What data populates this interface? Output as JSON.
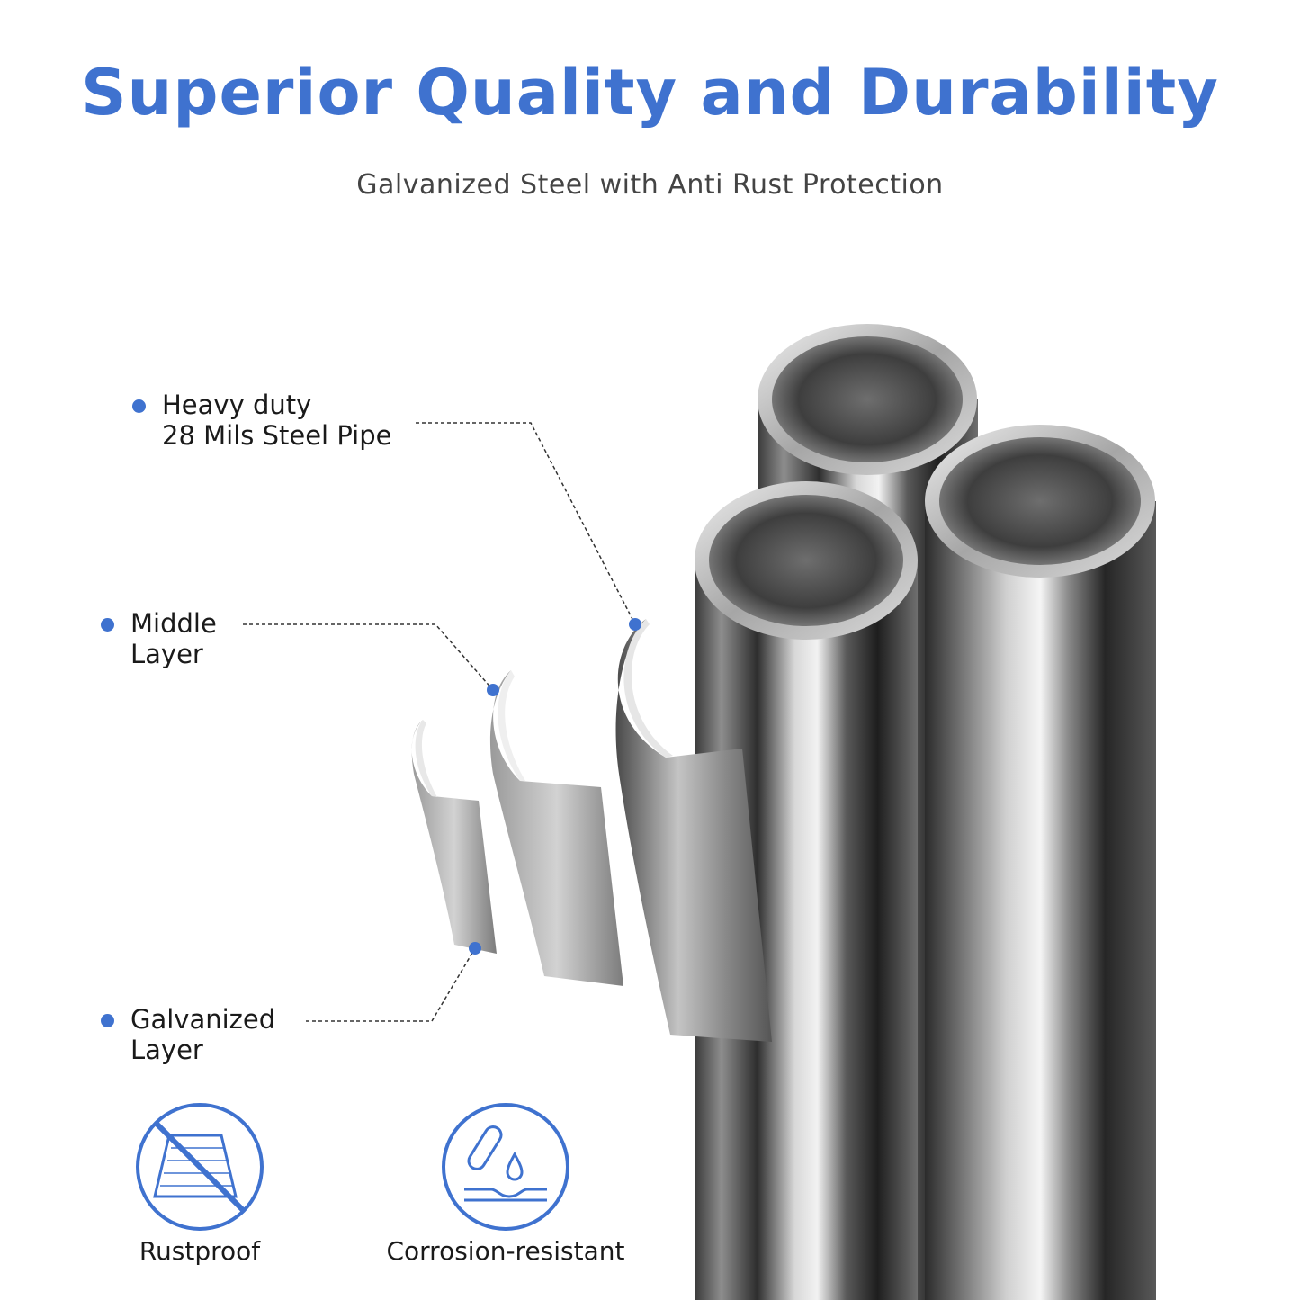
{
  "header": {
    "title": "Superior Quality and Durability",
    "subtitle": "Galvanized Steel with Anti Rust Protection"
  },
  "colors": {
    "accent": "#3f72cf",
    "text": "#1a1a1a",
    "subtitle": "#444444",
    "background": "#ffffff"
  },
  "layers": [
    {
      "line1": "Heavy duty",
      "line2": "28 Mils Steel Pipe"
    },
    {
      "line1": "Middle",
      "line2": "Layer"
    },
    {
      "line1": "Galvanized",
      "line2": "Layer"
    }
  ],
  "features": [
    {
      "label": "Rustproof",
      "icon": "rustproof-icon"
    },
    {
      "label": "Corrosion-resistant",
      "icon": "corrosion-resistant-icon"
    }
  ]
}
